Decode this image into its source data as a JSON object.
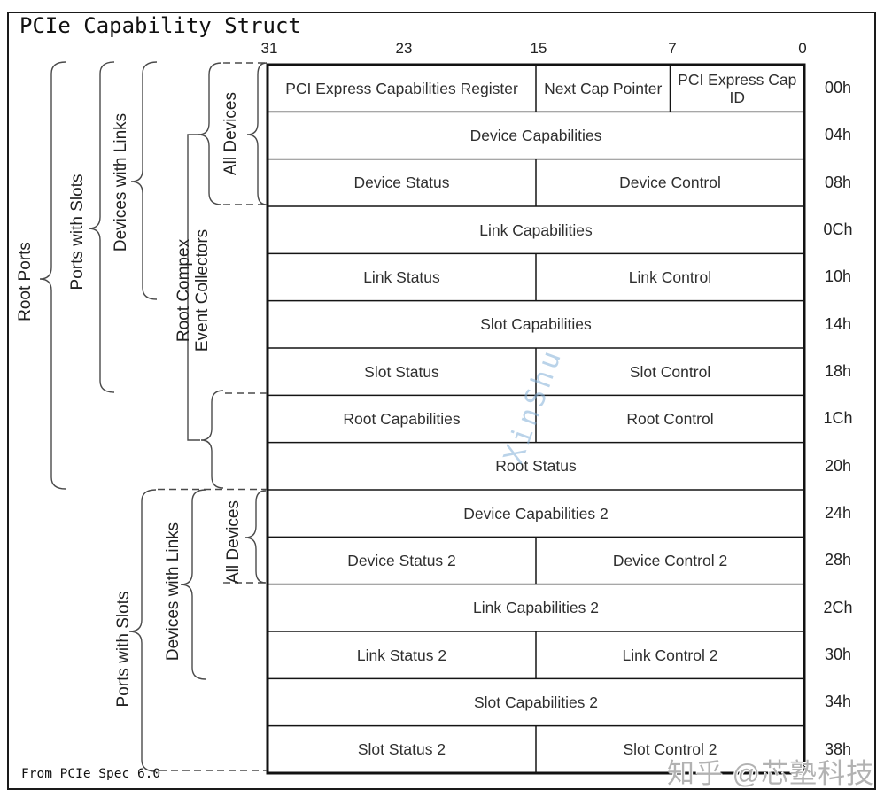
{
  "title": "PCIe Capability Struct",
  "source_note": "From PCIe Spec 6.0",
  "bit_labels": [
    "31",
    "23",
    "15",
    "7",
    "0"
  ],
  "group_labels": {
    "root_ports": "Root Ports",
    "ports_with_slots": "Ports with Slots",
    "devices_with_links": "Devices with Links",
    "all_devices": "All Devices",
    "rcec_line1": "Root Compex",
    "rcec_line2": "Event Collectors"
  },
  "table": {
    "rows": [
      {
        "offset": "00h",
        "cells": [
          {
            "label": "PCI Express Capabilities Register",
            "w": 2
          },
          {
            "label": "Next Cap Pointer",
            "w": 1
          },
          {
            "label": "PCI Express Cap ID",
            "w": 1
          }
        ]
      },
      {
        "offset": "04h",
        "cells": [
          {
            "label": "Device Capabilities",
            "w": 4
          }
        ]
      },
      {
        "offset": "08h",
        "cells": [
          {
            "label": "Device Status",
            "w": 2
          },
          {
            "label": "Device Control",
            "w": 2
          }
        ]
      },
      {
        "offset": "0Ch",
        "cells": [
          {
            "label": "Link Capabilities",
            "w": 4
          }
        ]
      },
      {
        "offset": "10h",
        "cells": [
          {
            "label": "Link Status",
            "w": 2
          },
          {
            "label": "Link Control",
            "w": 2
          }
        ]
      },
      {
        "offset": "14h",
        "cells": [
          {
            "label": "Slot Capabilities",
            "w": 4
          }
        ]
      },
      {
        "offset": "18h",
        "cells": [
          {
            "label": "Slot Status",
            "w": 2
          },
          {
            "label": "Slot Control",
            "w": 2
          }
        ]
      },
      {
        "offset": "1Ch",
        "cells": [
          {
            "label": "Root Capabilities",
            "w": 2
          },
          {
            "label": "Root Control",
            "w": 2
          }
        ]
      },
      {
        "offset": "20h",
        "cells": [
          {
            "label": "Root Status",
            "w": 4
          }
        ]
      },
      {
        "offset": "24h",
        "cells": [
          {
            "label": "Device Capabilities 2",
            "w": 4
          }
        ]
      },
      {
        "offset": "28h",
        "cells": [
          {
            "label": "Device Status 2",
            "w": 2
          },
          {
            "label": "Device Control 2",
            "w": 2
          }
        ]
      },
      {
        "offset": "2Ch",
        "cells": [
          {
            "label": "Link Capabilities 2",
            "w": 4
          }
        ]
      },
      {
        "offset": "30h",
        "cells": [
          {
            "label": "Link Status 2",
            "w": 2
          },
          {
            "label": "Link Control 2",
            "w": 2
          }
        ]
      },
      {
        "offset": "34h",
        "cells": [
          {
            "label": "Slot Capabilities 2",
            "w": 4
          }
        ]
      },
      {
        "offset": "38h",
        "cells": [
          {
            "label": "Slot Status 2",
            "w": 2
          },
          {
            "label": "Slot Control 2",
            "w": 2
          }
        ]
      }
    ]
  },
  "watermarks": {
    "center": "XinShu",
    "bottom_right": "知乎 @芯塾科技"
  }
}
